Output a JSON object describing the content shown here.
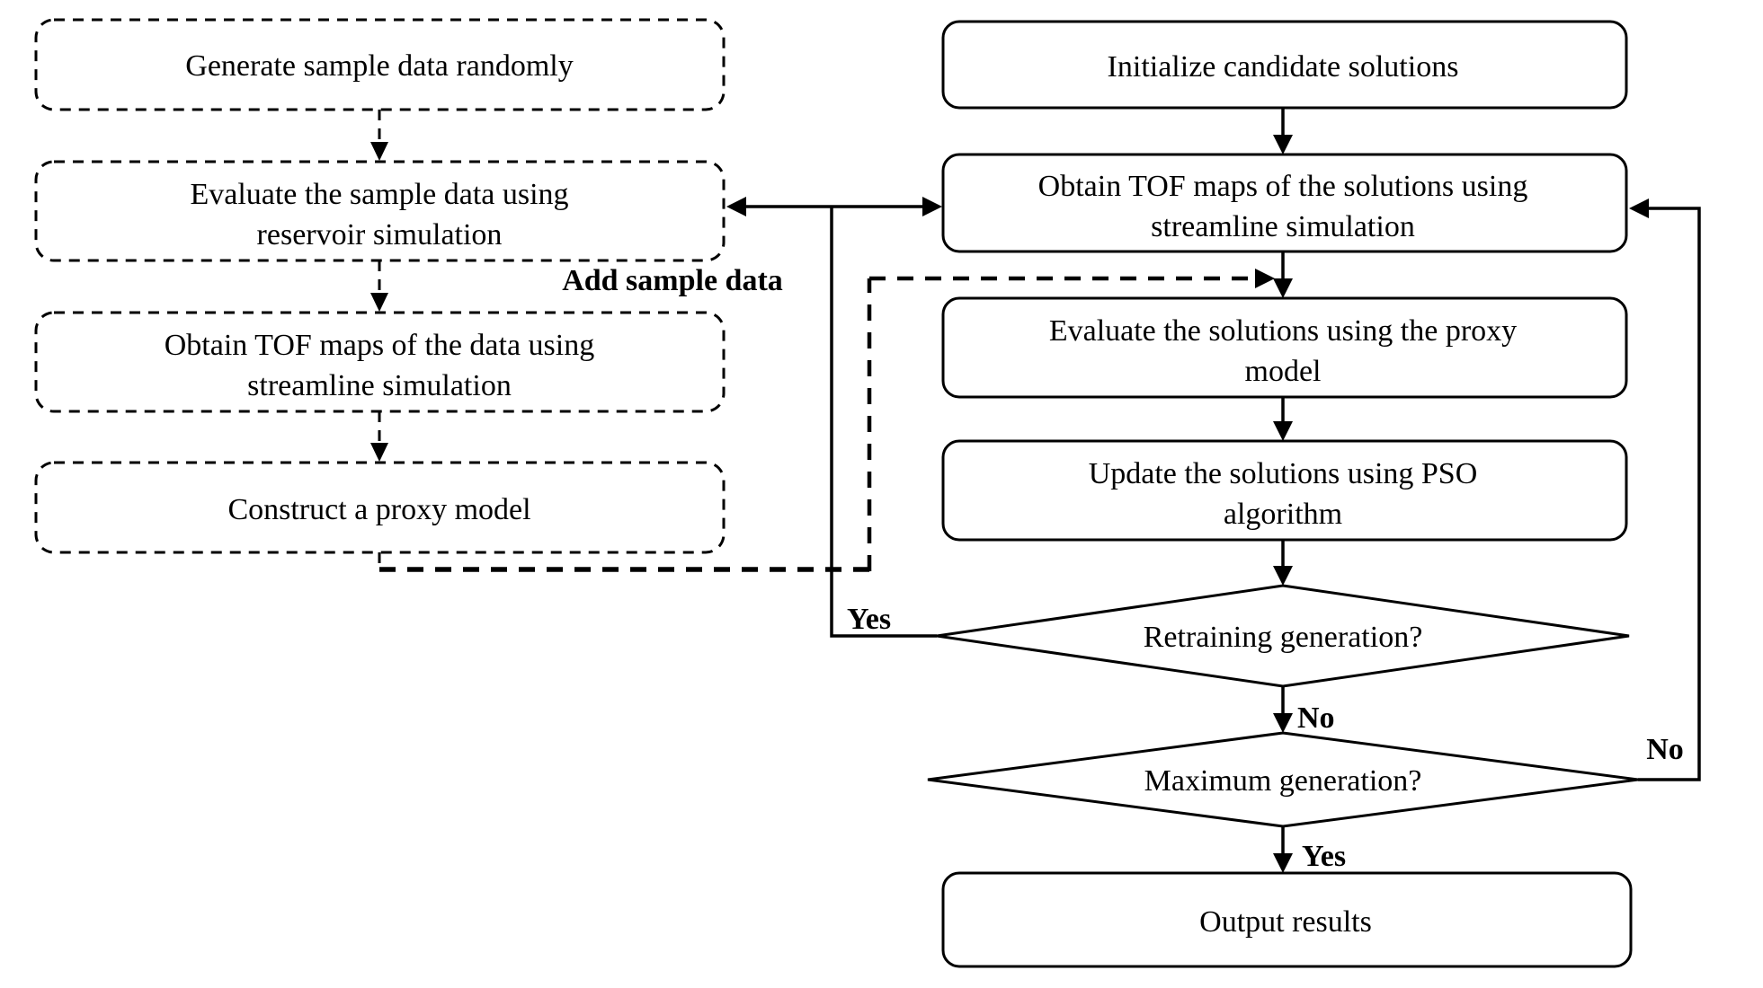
{
  "colors": {
    "background": "#ffffff",
    "line": "#000000",
    "text": "#000000"
  },
  "left_column": {
    "boxes": [
      {
        "name": "generate-sample-data",
        "lines": [
          "Generate sample data randomly"
        ]
      },
      {
        "name": "evaluate-sample-data",
        "lines": [
          "Evaluate the sample data using",
          "reservoir simulation"
        ]
      },
      {
        "name": "obtain-tof-maps-data",
        "lines": [
          "Obtain TOF maps of the data using",
          "streamline simulation"
        ]
      },
      {
        "name": "construct-proxy-model",
        "lines": [
          "Construct a proxy model"
        ]
      }
    ]
  },
  "right_column": {
    "boxes": [
      {
        "name": "initialize-candidate-solutions",
        "lines": [
          "Initialize candidate solutions"
        ]
      },
      {
        "name": "obtain-tof-maps-solutions",
        "lines": [
          "Obtain TOF maps of the solutions using",
          "streamline simulation"
        ]
      },
      {
        "name": "evaluate-solutions-proxy",
        "lines": [
          "Evaluate the solutions using the proxy",
          "model"
        ]
      },
      {
        "name": "update-solutions-pso",
        "lines": [
          "Update the solutions using PSO",
          "algorithm"
        ]
      },
      {
        "name": "output-results",
        "lines": [
          "Output results"
        ]
      }
    ],
    "decisions": [
      {
        "name": "retraining-generation",
        "label": "Retraining generation?"
      },
      {
        "name": "maximum-generation",
        "label": "Maximum generation?"
      }
    ]
  },
  "edge_labels": {
    "add_sample_data": "Add sample data",
    "retraining_yes": "Yes",
    "retraining_no": "No",
    "maximum_no": "No",
    "maximum_yes": "Yes"
  }
}
